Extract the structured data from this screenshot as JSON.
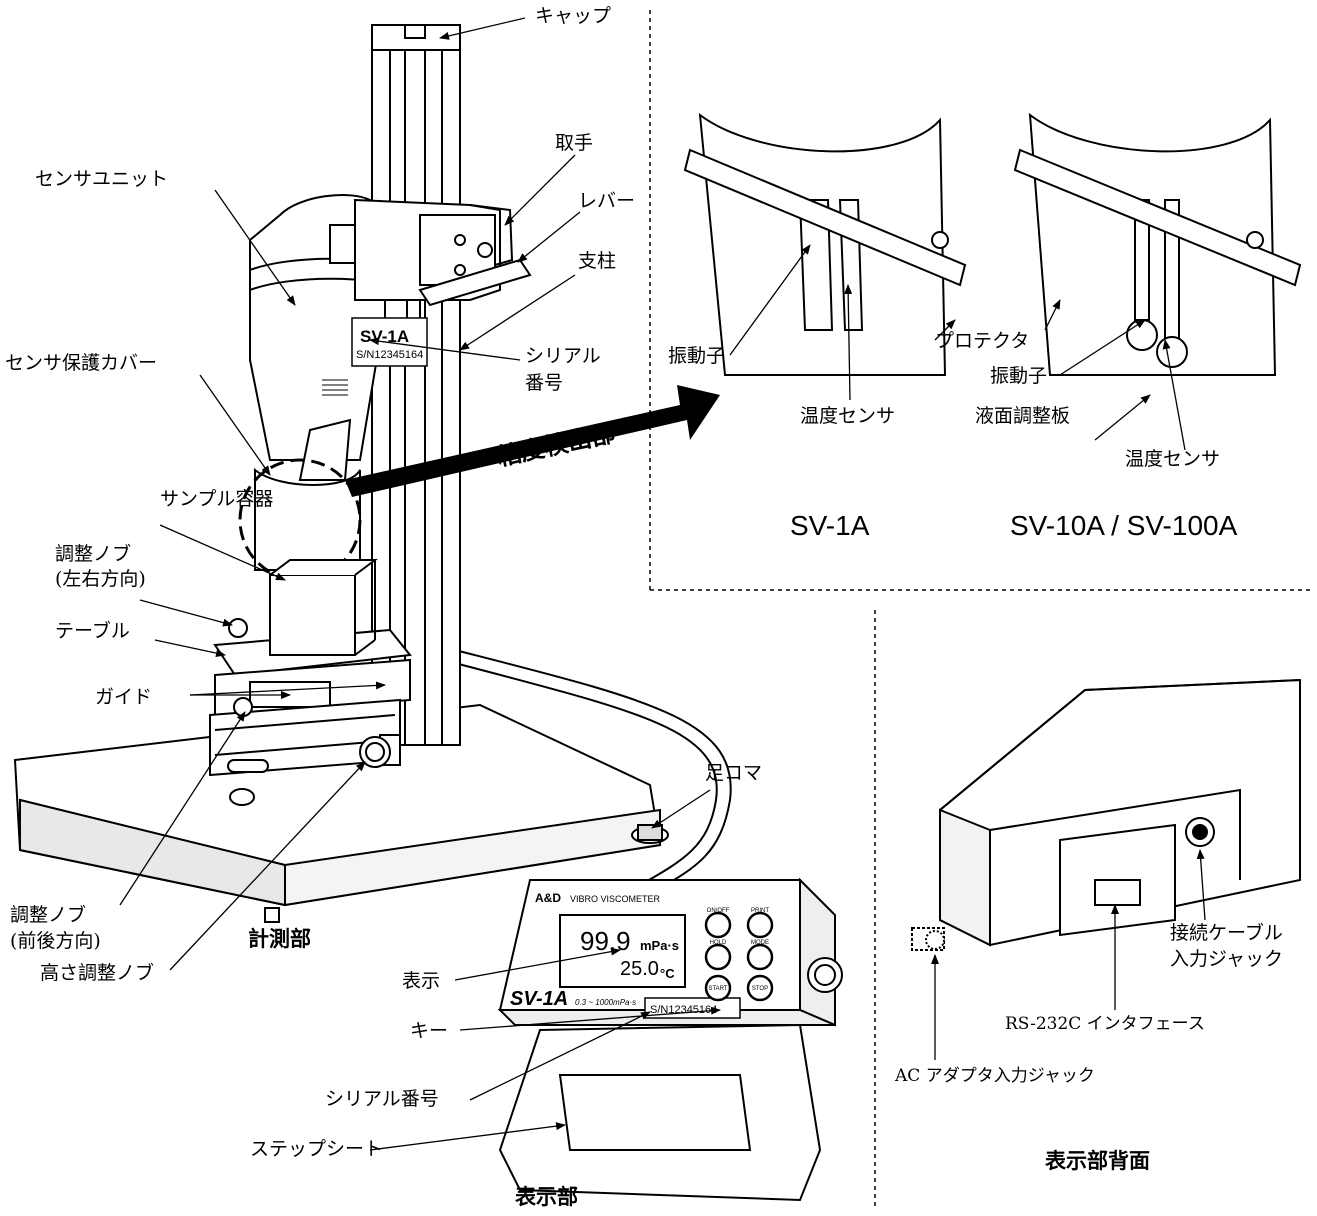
{
  "labels": {
    "cap": "キャップ",
    "handle": "取手",
    "lever": "レバー",
    "pillar": "支柱",
    "sensor_unit": "センサユニット",
    "sensor_cover": "センサ保護カバー",
    "serial_1": "シリアル",
    "serial_2": "番号",
    "sample_container": "サンプル容器",
    "adj_knob_lr_1": "調整ノブ",
    "adj_knob_lr_2": "(左右方向)",
    "table": "テーブル",
    "guide": "ガイド",
    "adj_knob_fb_1": "調整ノブ",
    "adj_knob_fb_2": "(前後方向)",
    "height_knob": "高さ調整ノブ",
    "foot": "足コマ",
    "viscosity_detector": "粘度検出部",
    "measurement_unit": "計測部",
    "display": "表示",
    "key": "キー",
    "serial_number": "シリアル番号",
    "step_sheet": "ステップシート",
    "display_unit": "表示部",
    "display_rear": "表示部背面",
    "vibrator_1": "振動子",
    "temp_sensor_1": "温度センサ",
    "protector": "プロテクタ",
    "vibrator_2": "振動子",
    "level_plate": "液面調整板",
    "temp_sensor_2": "温度センサ",
    "model_sv1a": "SV-1A",
    "model_sv10a": "SV-10A / SV-100A",
    "cable_jack_1": "接続ケーブル",
    "cable_jack_2": "入力ジャック",
    "rs232c": "RS-232C インタフェース",
    "ac_jack": "AC アダプタ入力ジャック"
  },
  "device": {
    "sensor_model": "SV-1A",
    "sensor_serial": "S/N12345164",
    "brand": "A&D",
    "brand_sub": "VIBRO VISCOMETER",
    "lcd_value": "99.9",
    "lcd_unit": "mPa·s",
    "lcd_temp": "25.0",
    "lcd_temp_unit": "°C",
    "display_model": "SV-1A",
    "display_range": "0.3 ~ 1000mPa·s",
    "display_serial": "S/N12345164",
    "keys": [
      "ON/OFF",
      "PRINT",
      "HOLD",
      "MODE",
      "START",
      "STOP"
    ]
  }
}
